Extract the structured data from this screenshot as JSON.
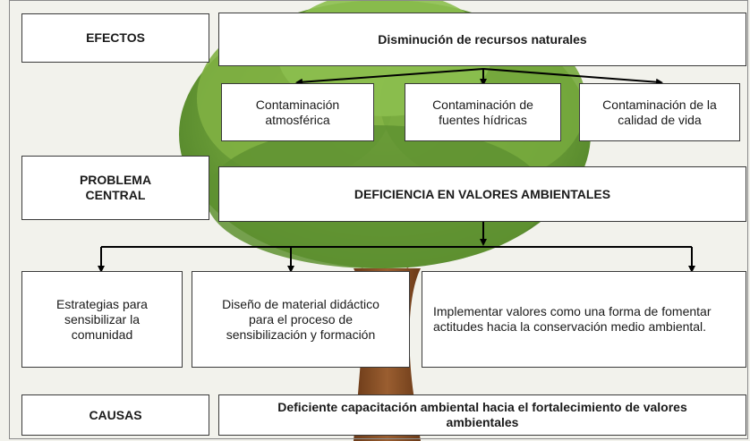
{
  "labels": {
    "effects": "EFECTOS",
    "problem": "PROBLEMA CENTRAL",
    "causes": "CAUSAS"
  },
  "effects": {
    "main": "Disminución de recursos naturales",
    "items": [
      "Contaminación atmosférica",
      "Contaminación de fuentes hídricas",
      "Contaminación de la calidad de vida"
    ]
  },
  "problem": {
    "main": "DEFICIENCIA EN VALORES AMBIENTALES"
  },
  "causes": {
    "items": [
      "Estrategias para sensibilizar la comunidad",
      "Diseño de material didáctico para el proceso de sensibilización y formación",
      "Implementar valores como una forma de fomentar actitudes hacia la conservación medio ambiental."
    ],
    "main": "Deficiente capacitación ambiental hacia el fortalecimiento de valores ambientales"
  },
  "colors": {
    "foliage": "#6fa13a",
    "foliage_light": "#9cc45a",
    "trunk": "#8a5128",
    "border": "#3a3a3a",
    "arrow": "#000000"
  }
}
